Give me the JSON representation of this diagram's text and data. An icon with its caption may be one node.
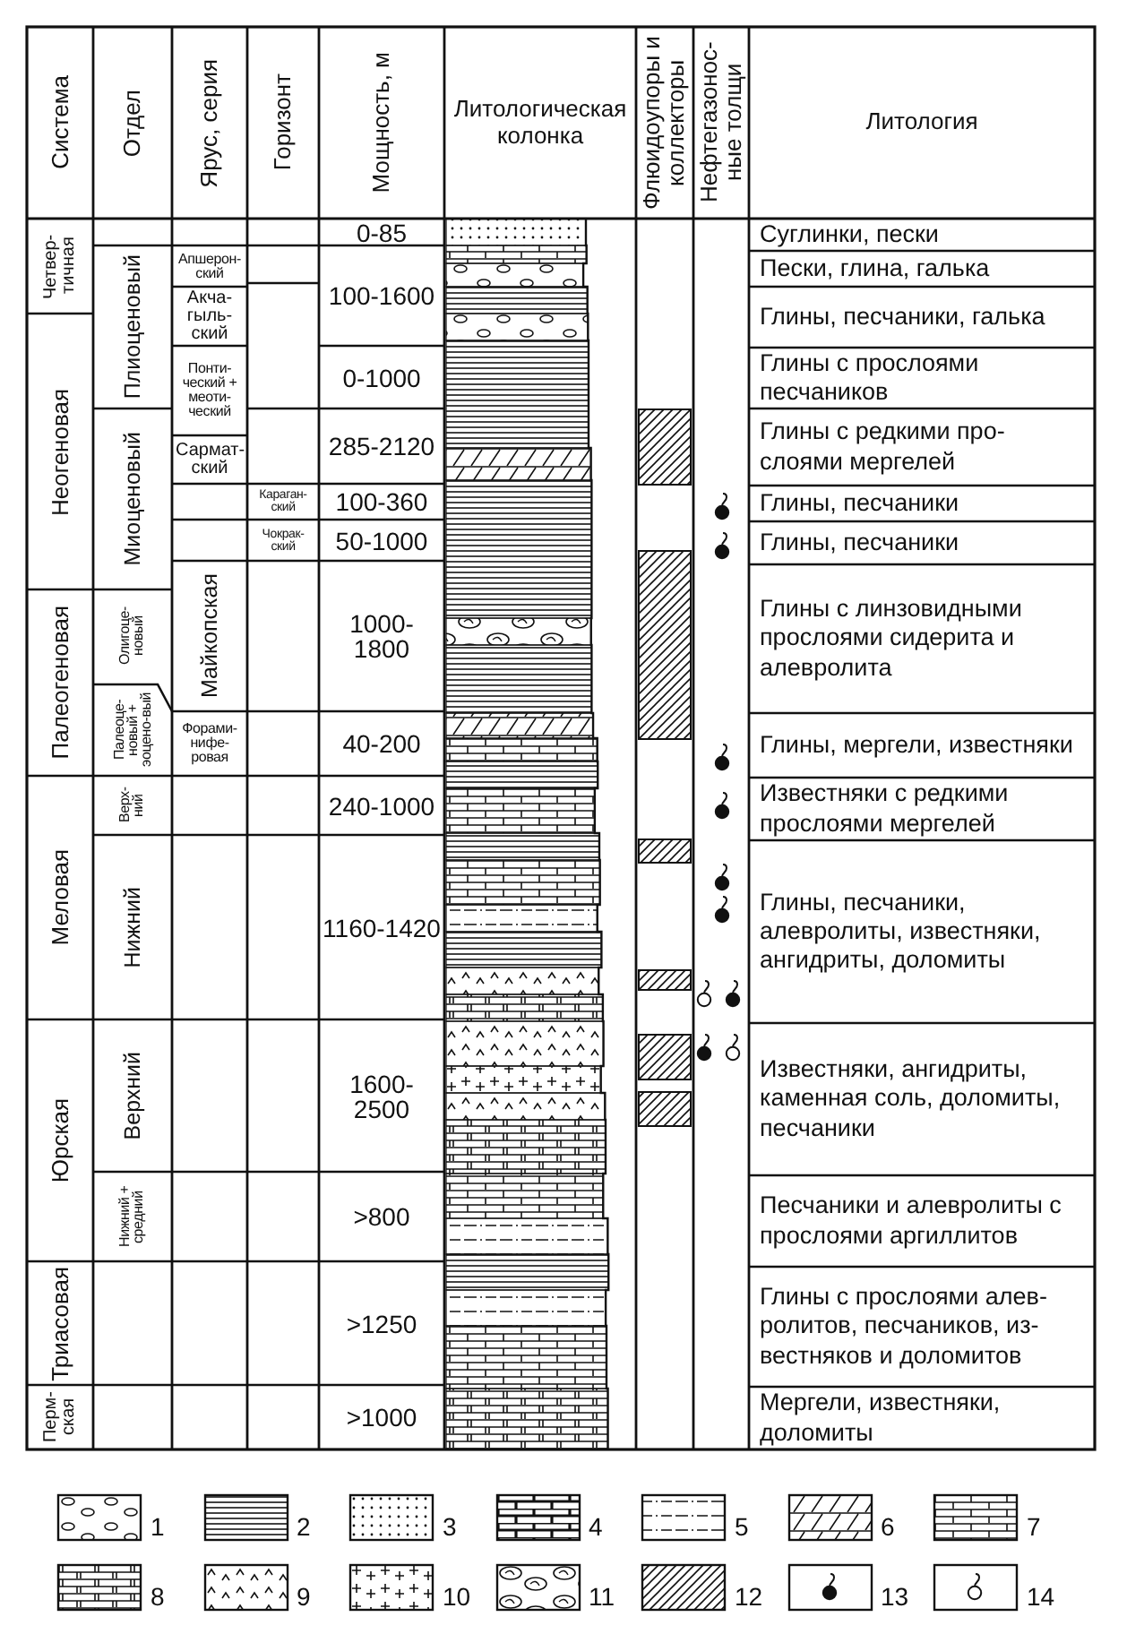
{
  "diagram": {
    "labels": [
      "Система",
      "Отдел",
      "Ярус, серия",
      "Горизонт",
      "Мощность, м",
      "Литологическая колонка",
      "Флюидоупоры и коллекторы",
      "Нефтегазонос-ные толщи",
      "Литология",
      "0-85",
      "Суглинки, пески",
      "Четвер-тичная",
      "Плиоценовый",
      "Апшерон-ский",
      "100-1600",
      "Пески, глина, галька",
      "Акча-гыль-ский",
      "Глины, песчаники, галька",
      "Неогеновая",
      "Понти-ческий + меоти-ческий",
      "0-1000",
      "Глины с прослоями песчаников",
      "Миоценовый",
      "Сармат-ский",
      "285-2120",
      "Глины с редкими про-слоями мергелей",
      "Караган-ский",
      "100-360",
      "Глины, песчаники",
      "Чокрак-ский",
      "50-1000",
      "Глины, песчаники",
      "Палеогеновая",
      "Олигоце-новый",
      "Майкопская",
      "1000-1800",
      "Глины с линзовидными прослоями сидерита и алевролита",
      "Палеоце-новый + эоцено-вый",
      "Форами-нифе-ровая",
      "40-200",
      "Глины, мергели, известняки",
      "Меловая",
      "Верх-ний",
      "240-1000",
      "Известняки с редкими прослоями мергелей",
      "Нижний",
      "1160-1420",
      "Глины, песчаники, алевролиты, известняки, ангидриты, доломиты",
      "Юрская",
      "Верхний",
      "1600-2500",
      "Известняки, ангидриты, каменная соль, доломиты, песчаники",
      "Нижний + средний",
      ">800",
      "Песчаники и алевролиты с прослоями аргиллитов",
      "Триасовая",
      ">1250",
      "Глины с прослоями алев-ролитов, песчаников, из-вестняков и доломитов",
      "Перм-ская",
      ">1000",
      "Мергели, известняки, доломиты"
    ],
    "legend": [
      {
        "text": "1"
      },
      {
        "text": "2"
      },
      {
        "text": "3"
      },
      {
        "text": "4"
      },
      {
        "text": "5"
      },
      {
        "text": "6"
      },
      {
        "text": "7"
      },
      {
        "text": "8"
      },
      {
        "text": "9"
      },
      {
        "text": "10"
      },
      {
        "text": "11"
      },
      {
        "text": "12"
      },
      {
        "text": "13"
      },
      {
        "text": "14"
      }
    ]
  }
}
